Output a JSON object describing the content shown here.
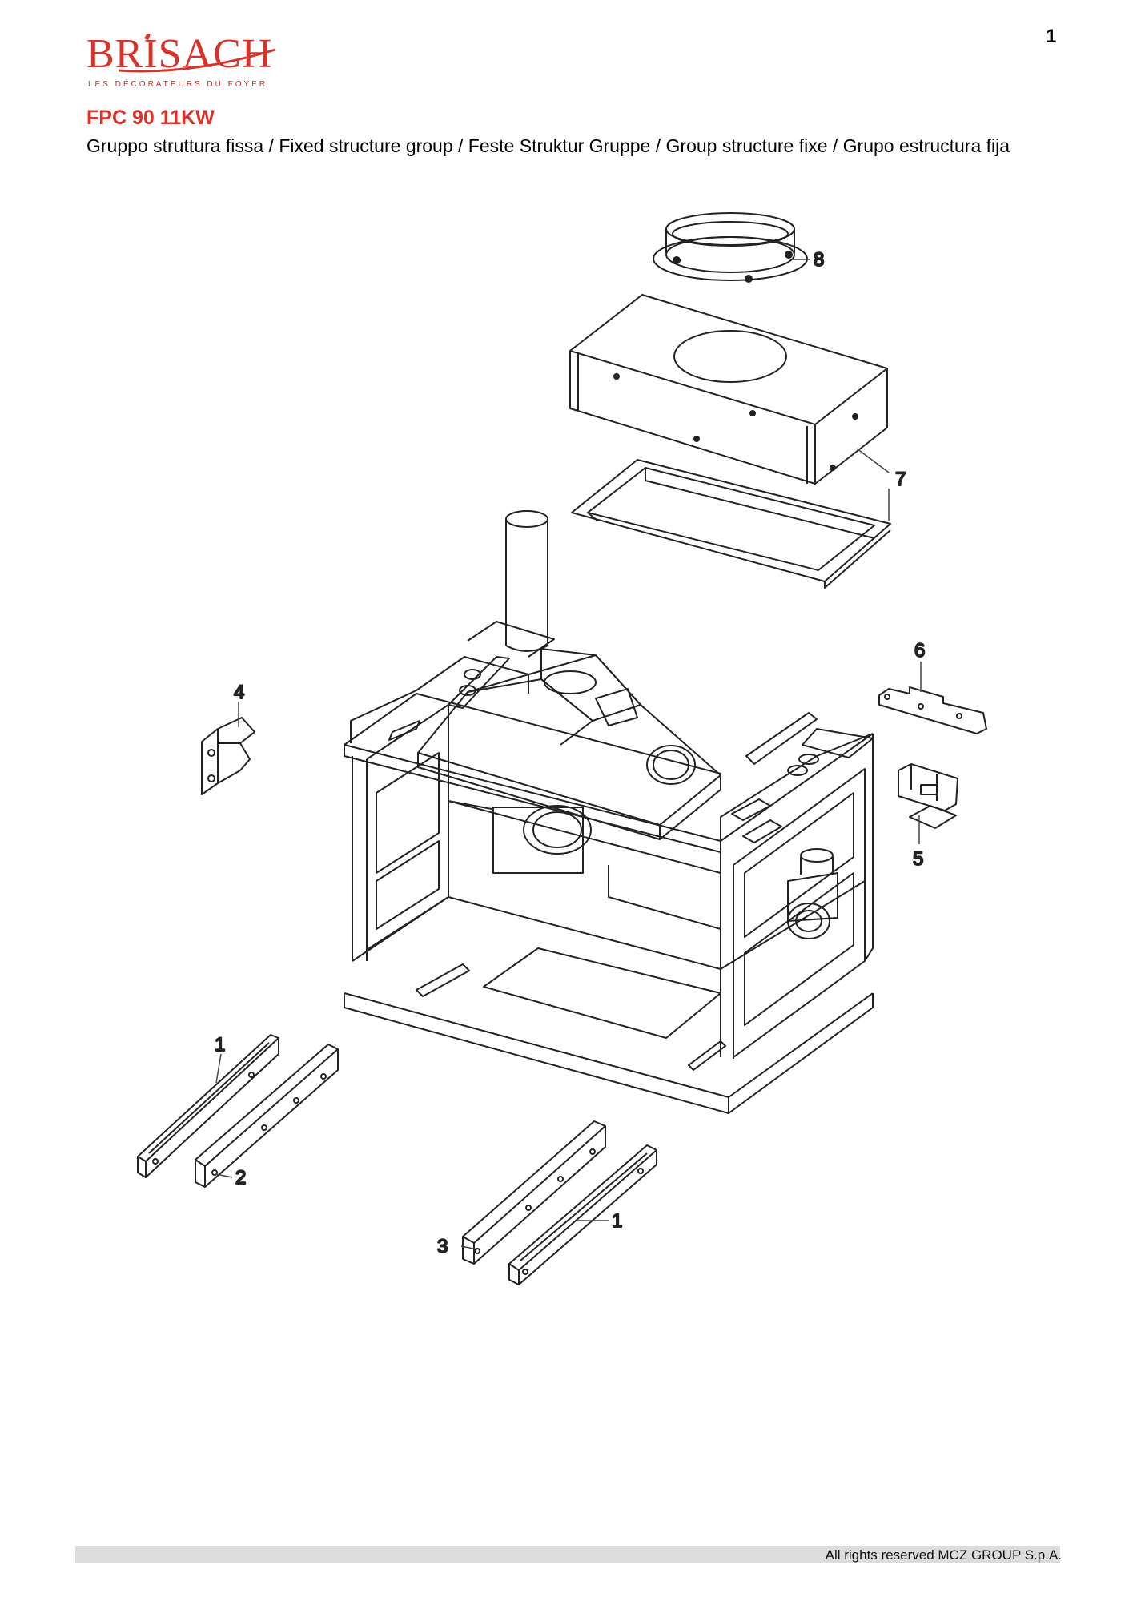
{
  "page_number": "1",
  "brand": {
    "name": "BRISACH",
    "tagline": "LES DÉCORATEURS DU FOYER",
    "color": "#d6332a"
  },
  "model": "FPC 90 11KW",
  "section_title": "Gruppo struttura fissa / Fixed structure group / Feste Struktur Gruppe / Group structure fixe / Grupo estructura fija",
  "callouts": {
    "c8": "8",
    "c7": "7",
    "c6": "6",
    "c4": "4",
    "c5": "5",
    "c1a": "1",
    "c2": "2",
    "c3": "3",
    "c1b": "1"
  },
  "footer": {
    "copyright": "All rights reserved MCZ GROUP S.p.A."
  }
}
